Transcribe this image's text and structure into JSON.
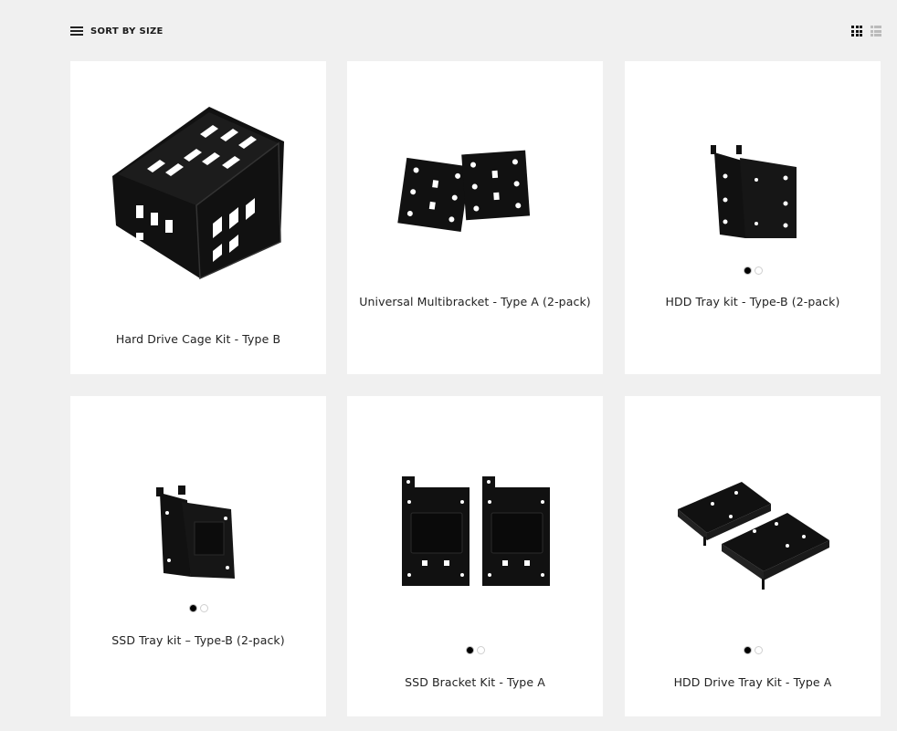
{
  "toolbar": {
    "sort_label": "SORT BY SIZE",
    "sort_icon": "hamburger-icon",
    "grid_view_icon": "grid-view-icon",
    "list_view_icon": "list-view-icon"
  },
  "colors": {
    "background": "#f0f0f0",
    "card": "#ffffff",
    "product": "#111111",
    "swatch_black": "#000000",
    "swatch_white": "#ffffff"
  },
  "products": [
    {
      "title": "Hard Drive Cage Kit - Type B",
      "swatches": []
    },
    {
      "title": "Universal Multibracket - Type A (2-pack)",
      "swatches": []
    },
    {
      "title": "HDD Tray kit - Type-B (2-pack)",
      "swatches": [
        "#000000",
        "#ffffff"
      ]
    },
    {
      "title": "SSD Tray kit – Type-B (2-pack)",
      "swatches": [
        "#000000",
        "#ffffff"
      ]
    },
    {
      "title": "SSD Bracket Kit - Type A",
      "swatches": [
        "#000000",
        "#ffffff"
      ]
    },
    {
      "title": "HDD Drive Tray Kit - Type A",
      "swatches": [
        "#000000",
        "#ffffff"
      ]
    }
  ]
}
